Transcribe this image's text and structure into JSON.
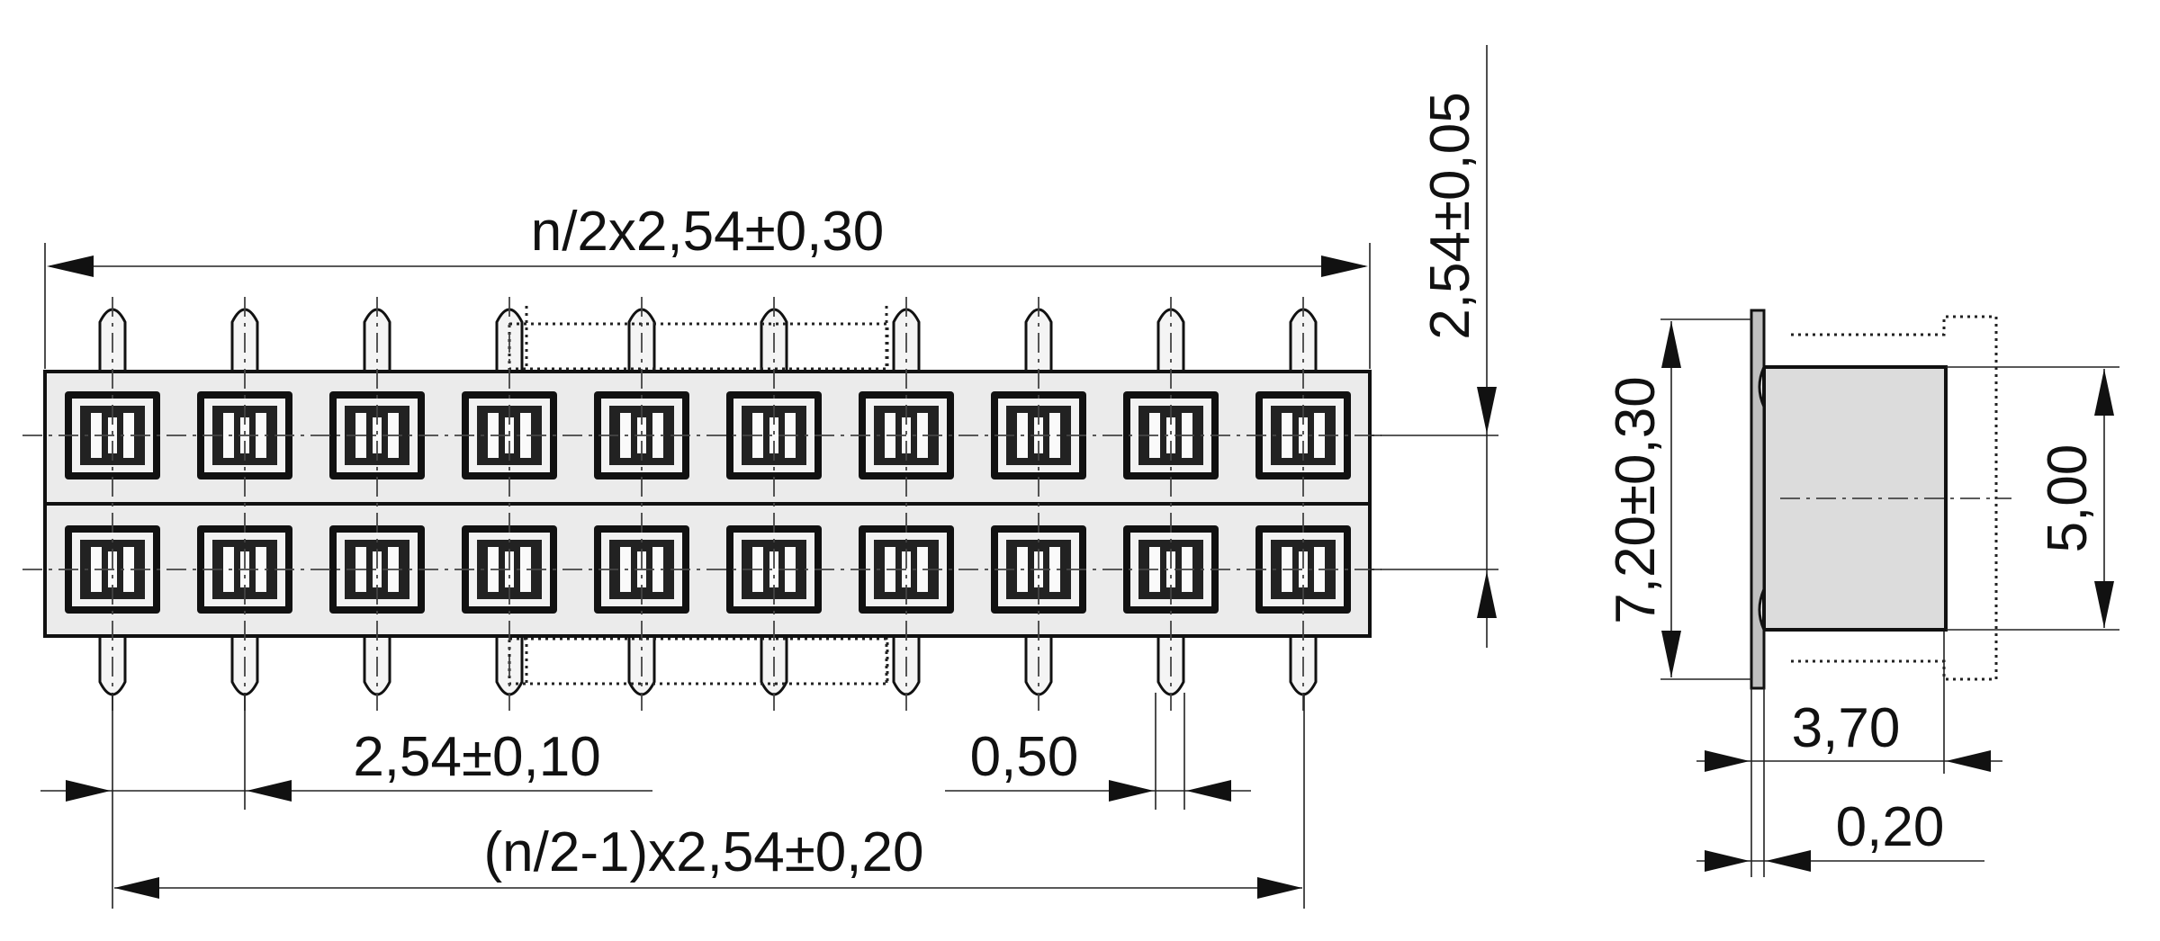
{
  "drawing": {
    "type": "technical-drawing",
    "subject": "dual-row female header",
    "front_view": {
      "columns": 10,
      "rows": 2,
      "dimensions": {
        "overall_length": "n/2x2,54±0,30",
        "row_pitch": "2,54±0,05",
        "pin_pitch": "2,54±0,10",
        "pin_width": "0,50",
        "pin_span": "(n/2-1)x2,54±0,20"
      }
    },
    "side_view": {
      "dimensions": {
        "height": "7,20±0,30",
        "body_height": "5,00",
        "depth": "3,70",
        "flange_thickness": "0,20"
      }
    }
  }
}
